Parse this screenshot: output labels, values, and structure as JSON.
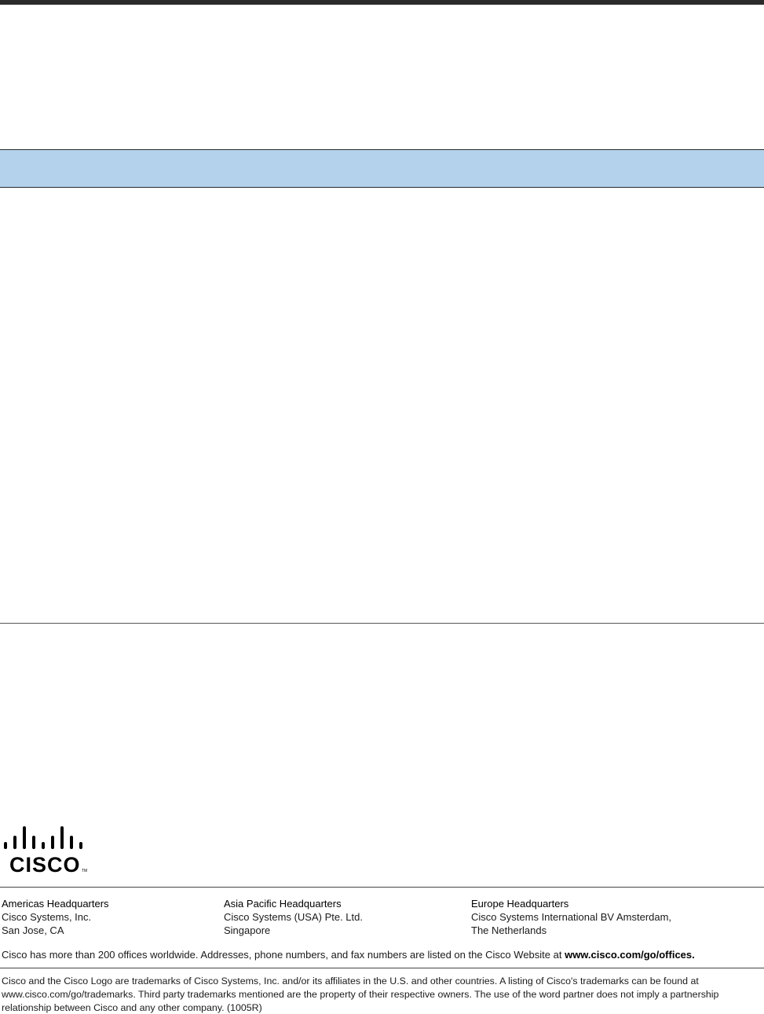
{
  "footer": {
    "logo": {
      "word": "CISCO",
      "tm": "TM",
      "icon": "cisco-bridge-bars-icon"
    },
    "headquarters": [
      {
        "title": "Americas Headquarters",
        "line1": "Cisco Systems, Inc.",
        "line2": "San Jose, CA"
      },
      {
        "title": "Asia Pacific Headquarters",
        "line1": "Cisco Systems (USA) Pte. Ltd.",
        "line2": "Singapore"
      },
      {
        "title": "Europe Headquarters",
        "line1": "Cisco Systems International BV Amsterdam,",
        "line2": "The Netherlands"
      }
    ],
    "offices_text": "Cisco has more than 200 offices worldwide. Addresses, phone numbers, and fax numbers are listed on the Cisco Website at ",
    "offices_url": "www.cisco.com/go/offices.",
    "trademark_text": "Cisco and the Cisco Logo are trademarks of Cisco Systems, Inc. and/or its affiliates in the U.S. and other countries.  A listing of Cisco's trademarks can be found at www.cisco.com/go/trademarks.  Third party trademarks mentioned are the property of their respective owners. The use of the word partner does not imply a partnership relationship between Cisco and any other company. (1005R)"
  },
  "colors": {
    "band": "#b4d2ec",
    "top_bar": "#2b2b2b",
    "logo": "#000000"
  }
}
